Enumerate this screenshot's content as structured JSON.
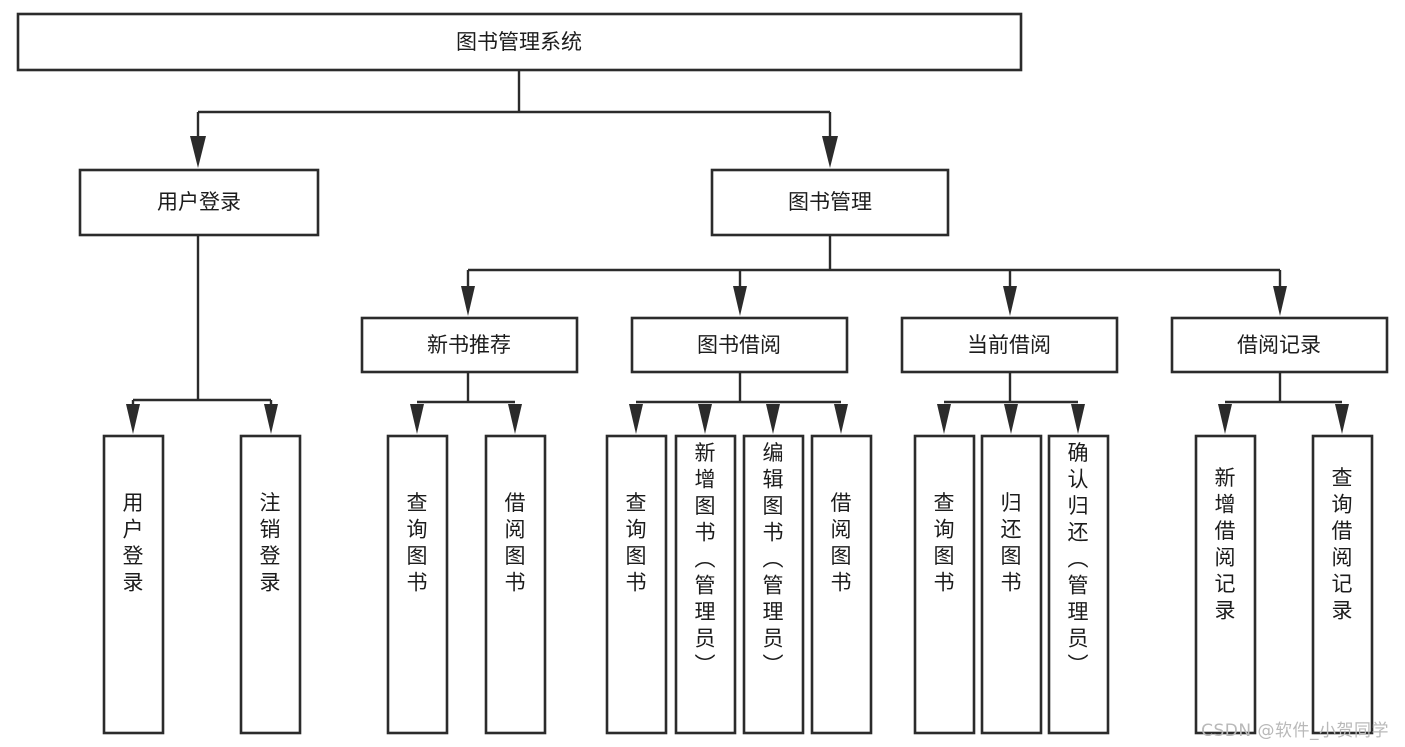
{
  "diagram": {
    "title": "图书管理系统",
    "type": "tree",
    "watermark": "CSDN @软件_小贺同学",
    "colors": {
      "box_stroke": "#2b2b2b",
      "box_fill": "#ffffff",
      "text": "#1c1c1c",
      "connector": "#2b2b2b",
      "watermark": "#b9b9b9",
      "background": "#ffffff"
    },
    "levels": {
      "root": "图书管理系统",
      "level2": [
        "用户登录",
        "图书管理"
      ],
      "level3": [
        "新书推荐",
        "图书借阅",
        "当前借阅",
        "借阅记录"
      ]
    },
    "nodes": {
      "root": {
        "label": "图书管理系统",
        "orientation": "horizontal"
      },
      "user_login": {
        "label": "用户登录",
        "orientation": "horizontal"
      },
      "book_manage": {
        "label": "图书管理",
        "orientation": "horizontal"
      },
      "new_book_rec": {
        "label": "新书推荐",
        "orientation": "horizontal"
      },
      "book_borrow": {
        "label": "图书借阅",
        "orientation": "horizontal"
      },
      "current_borrow": {
        "label": "当前借阅",
        "orientation": "horizontal"
      },
      "borrow_record": {
        "label": "借阅记录",
        "orientation": "horizontal"
      },
      "leaf_user_login": {
        "label": "用户登录",
        "orientation": "vertical"
      },
      "leaf_logout": {
        "label": "注销登录",
        "orientation": "vertical"
      },
      "leaf_query_book_1": {
        "label": "查询图书",
        "orientation": "vertical"
      },
      "leaf_borrow_book_1": {
        "label": "借阅图书",
        "orientation": "vertical"
      },
      "leaf_query_book_2": {
        "label": "查询图书",
        "orientation": "vertical"
      },
      "leaf_add_book": {
        "label": "新增图书（管理员）",
        "orientation": "vertical"
      },
      "leaf_edit_book": {
        "label": "编辑图书（管理员）",
        "orientation": "vertical"
      },
      "leaf_borrow_book_2": {
        "label": "借阅图书",
        "orientation": "vertical"
      },
      "leaf_query_book_3": {
        "label": "查询图书",
        "orientation": "vertical"
      },
      "leaf_return_book": {
        "label": "归还图书",
        "orientation": "vertical"
      },
      "leaf_confirm_return": {
        "label": "确认归还（管理员）",
        "orientation": "vertical"
      },
      "leaf_add_record": {
        "label": "新增借阅记录",
        "orientation": "vertical"
      },
      "leaf_query_record": {
        "label": "查询借阅记录",
        "orientation": "vertical"
      }
    },
    "edges": [
      {
        "from": "root",
        "to": "user_login"
      },
      {
        "from": "root",
        "to": "book_manage"
      },
      {
        "from": "user_login",
        "to": "leaf_user_login"
      },
      {
        "from": "user_login",
        "to": "leaf_logout"
      },
      {
        "from": "book_manage",
        "to": "new_book_rec"
      },
      {
        "from": "book_manage",
        "to": "book_borrow"
      },
      {
        "from": "book_manage",
        "to": "current_borrow"
      },
      {
        "from": "book_manage",
        "to": "borrow_record"
      },
      {
        "from": "new_book_rec",
        "to": "leaf_query_book_1"
      },
      {
        "from": "new_book_rec",
        "to": "leaf_borrow_book_1"
      },
      {
        "from": "book_borrow",
        "to": "leaf_query_book_2"
      },
      {
        "from": "book_borrow",
        "to": "leaf_add_book"
      },
      {
        "from": "book_borrow",
        "to": "leaf_edit_book"
      },
      {
        "from": "book_borrow",
        "to": "leaf_borrow_book_2"
      },
      {
        "from": "current_borrow",
        "to": "leaf_query_book_3"
      },
      {
        "from": "current_borrow",
        "to": "leaf_return_book"
      },
      {
        "from": "current_borrow",
        "to": "leaf_confirm_return"
      },
      {
        "from": "borrow_record",
        "to": "leaf_add_record"
      },
      {
        "from": "borrow_record",
        "to": "leaf_query_record"
      }
    ]
  }
}
